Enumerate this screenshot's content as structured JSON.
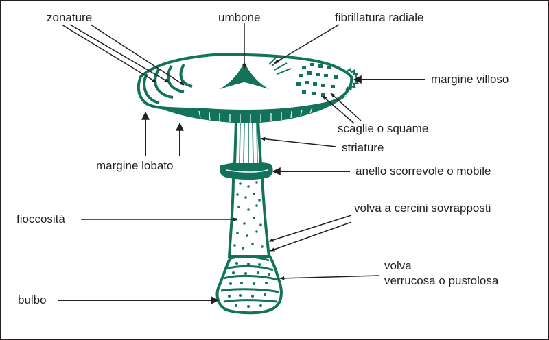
{
  "colors": {
    "fungus": "#12735a",
    "line": "#231f20",
    "background": "#ffffff"
  },
  "labels": {
    "zonature": "zonature",
    "umbone": "umbone",
    "fibrillatura_radiale": "fibrillatura radiale",
    "margine_villoso": "margine villoso",
    "scaglie_o_squame": "scaglie o squame",
    "striature": "striature",
    "margine_lobato": "margine lobato",
    "anello": "anello scorrevole o mobile",
    "fioccosita": "fioccosità",
    "volva_cercini": "volva a cercini sovrapposti",
    "volva": "volva",
    "verrucosa": "verrucosa o pustolosa",
    "bulbo": "bulbo"
  }
}
